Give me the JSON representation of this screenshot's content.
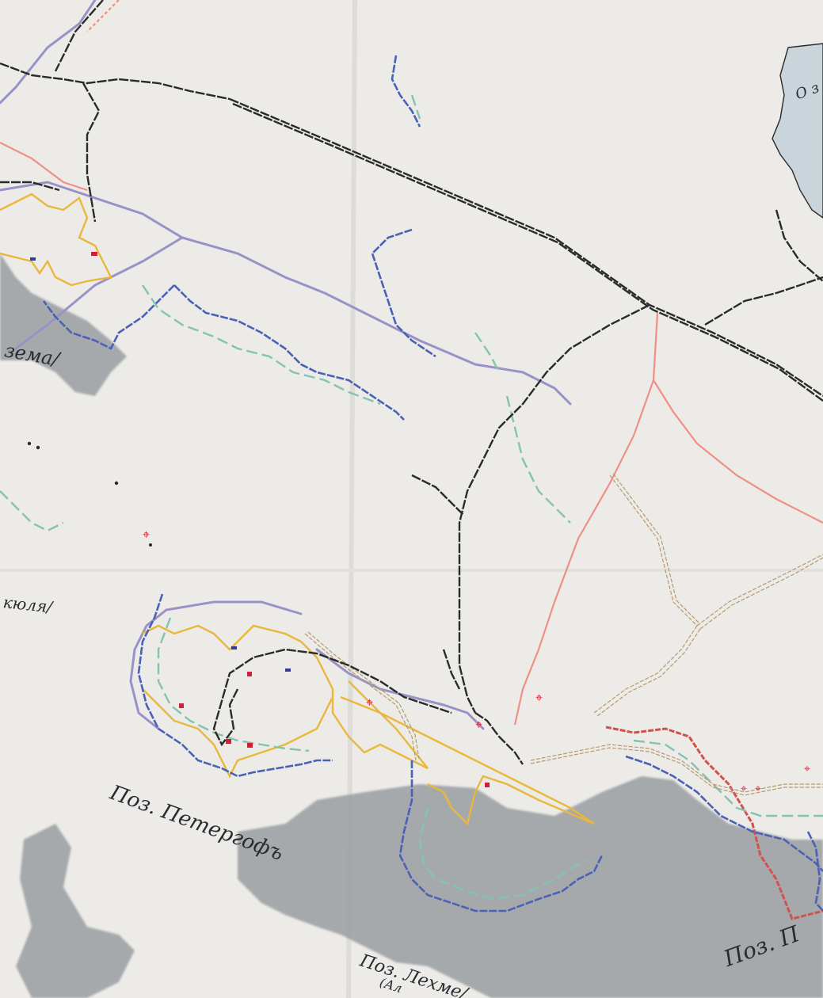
{
  "map": {
    "labels": {
      "ozero_fragment": "О з",
      "zema_fragment": "зема/",
      "kyulya_fragment": "кюля/",
      "poz_petergof": "Поз. Петергофъ",
      "poz_lekhme": "Поз. Лехме/",
      "poz_lekhme_sub": "(Ал",
      "poz_right": "Поз. П"
    },
    "colors": {
      "paper": "#ecebe8",
      "water": "#9a9ea2",
      "lake": "#c9d5db",
      "railway": "#2a2a2a",
      "blue_line": "#4a62b5",
      "teal_line": "#83c3b3",
      "lilac_line": "#9a92c6",
      "yellow_line": "#e9b83a",
      "pink_line": "#ef8f86",
      "red_line": "#d0524a",
      "brown_road": "#b69a6c",
      "crimson_mark": "#d21f36"
    },
    "icons": [
      "fortification-mark-icon"
    ]
  }
}
